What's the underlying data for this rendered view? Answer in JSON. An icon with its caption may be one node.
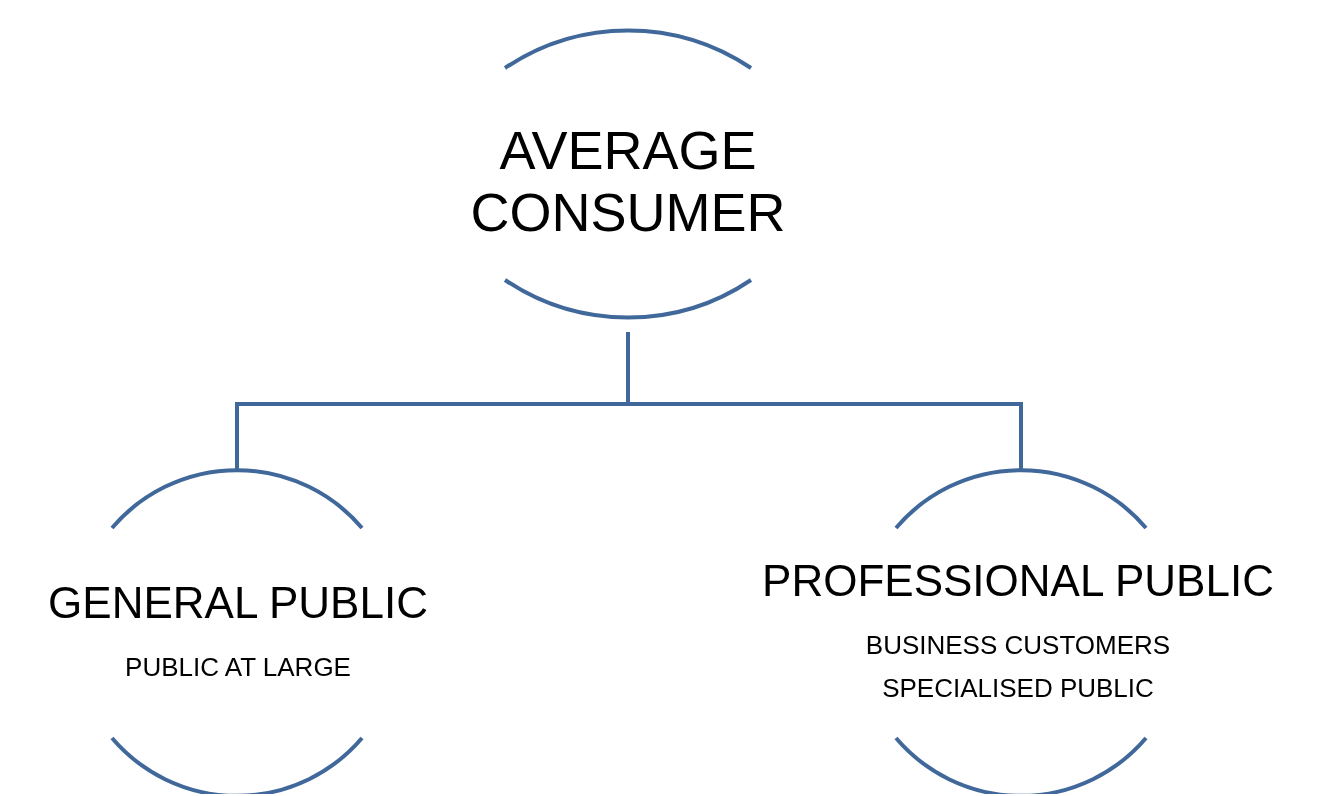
{
  "diagram": {
    "nodes": [
      {
        "text": [
          "AVERAGE CONSUMER"
        ]
      },
      {
        "text": [
          "GENERAL PUBLIC",
          "PUBLIC AT LARGE"
        ]
      },
      {
        "text": [
          "PROFESSIONAL PUBLIC",
          "BUSINESS CUSTOMERS",
          "SPECIALISED PUBLIC"
        ]
      }
    ],
    "edges": [
      {
        "from": 0,
        "to": 1,
        "arrow": "none"
      },
      {
        "from": 0,
        "to": 2,
        "arrow": "none"
      }
    ]
  }
}
